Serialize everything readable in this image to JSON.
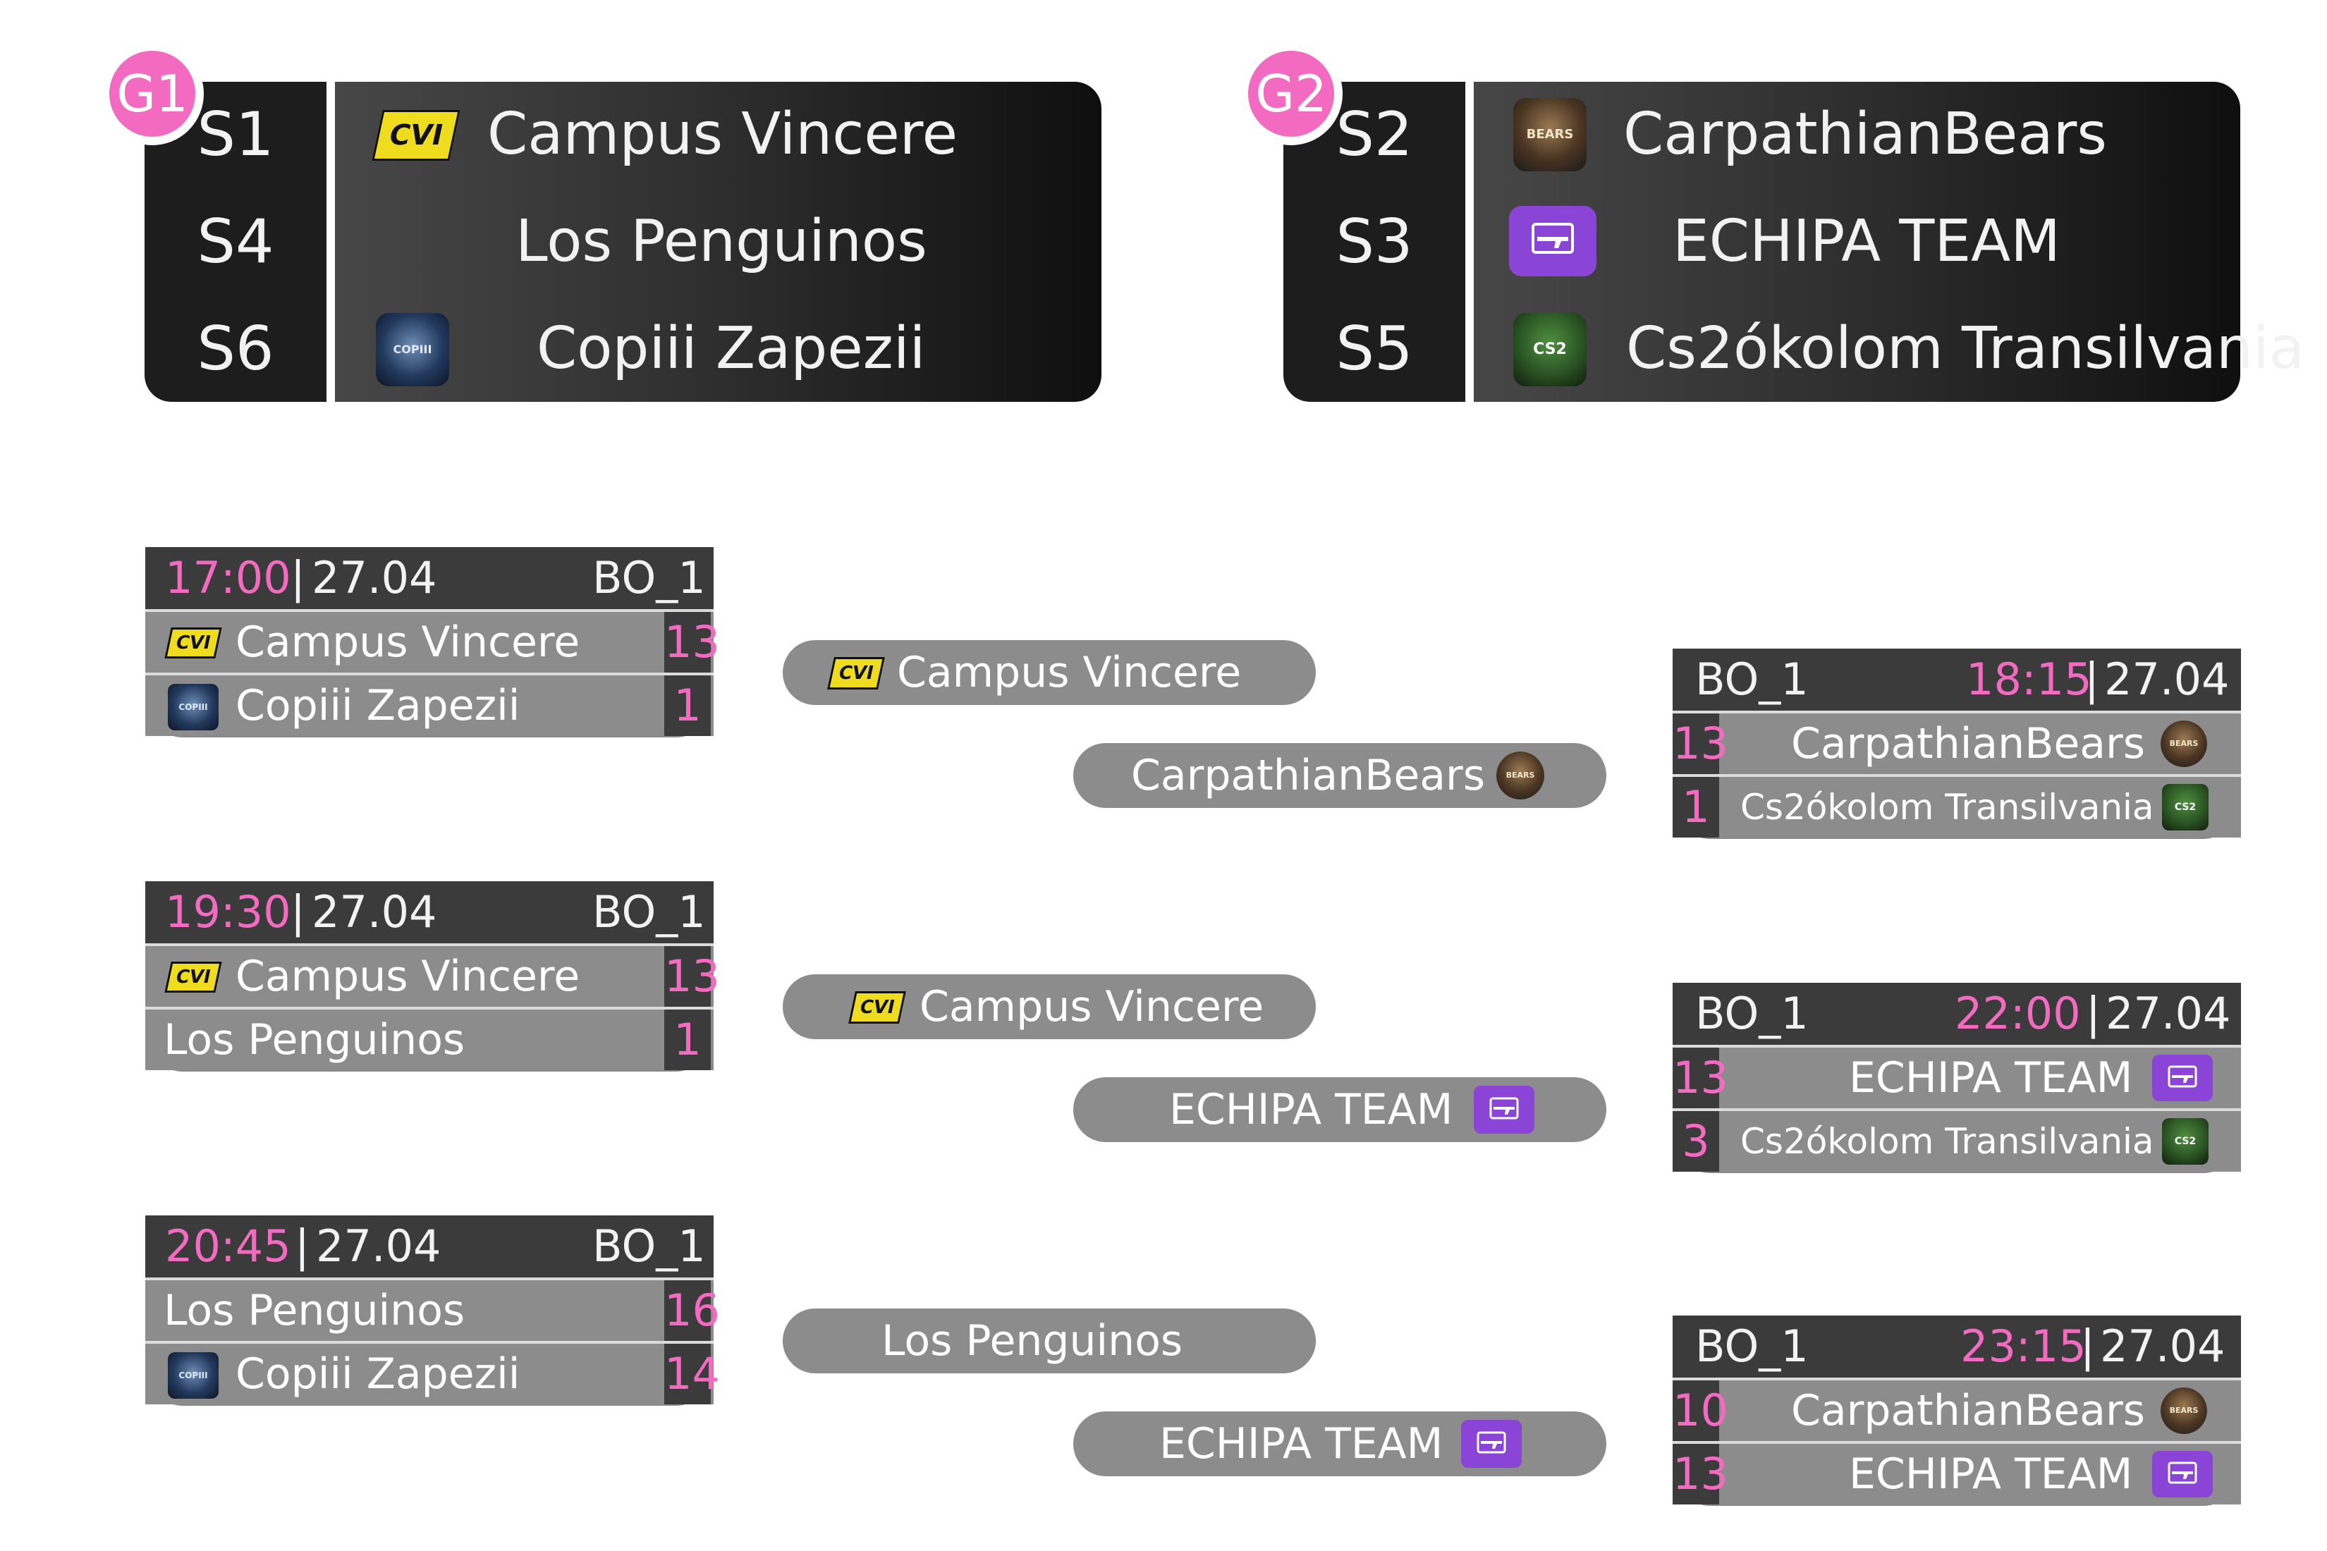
{
  "groups": [
    {
      "badge": "G1",
      "seeds": [
        "S1",
        "S4",
        "S6"
      ],
      "teams": [
        {
          "name": "Campus Vincere",
          "logo": "campus-vincere-logo"
        },
        {
          "name": "Los Penguinos",
          "logo": ""
        },
        {
          "name": "Copiii Zapezii",
          "logo": "copiii-zapezii-logo"
        }
      ]
    },
    {
      "badge": "G2",
      "seeds": [
        "S2",
        "S3",
        "S5"
      ],
      "teams": [
        {
          "name": "CarpathianBears",
          "logo": "carpathian-bears-logo"
        },
        {
          "name": "ECHIPA TEAM",
          "logo": "echipa-team-logo"
        },
        {
          "name": "Cs2ókolom Transilvania",
          "logo": "cs2okolom-transilvania-logo"
        }
      ]
    }
  ],
  "group_matches": [
    {
      "time": "17:00",
      "sep": "|",
      "date": "27.04",
      "format": "BO_1",
      "team1": "Campus Vincere",
      "score1": "13",
      "team2": "Copiii Zapezii",
      "score2": "1"
    },
    {
      "time": "19:30",
      "sep": "|",
      "date": "27.04",
      "format": "BO_1",
      "team1": "Campus Vincere",
      "score1": "13",
      "team2": "Los Penguinos",
      "score2": "1"
    },
    {
      "time": "20:45",
      "sep": "|",
      "date": "27.04",
      "format": "BO_1",
      "team1": "Los Penguinos",
      "score1": "16",
      "team2": "Copiii Zapezii",
      "score2": "14"
    }
  ],
  "pills": [
    [
      "Campus Vincere",
      "CarpathianBears"
    ],
    [
      "Campus Vincere",
      "ECHIPA TEAM"
    ],
    [
      "Los Penguinos",
      "ECHIPA TEAM"
    ]
  ],
  "right_matches": [
    {
      "format": "BO_1",
      "time": "18:15",
      "sep": "|",
      "date": "27.04",
      "score1": "13",
      "team1": "CarpathianBears",
      "score2": "1",
      "team2": "Cs2ókolom Transilvania"
    },
    {
      "format": "BO_1",
      "time": "22:00",
      "sep": "|",
      "date": "27.04",
      "score1": "13",
      "team1": "ECHIPA TEAM",
      "score2": "3",
      "team2": "Cs2ókolom Transilvania"
    },
    {
      "format": "BO_1",
      "time": "23:15",
      "sep": "|",
      "date": "27.04",
      "score1": "10",
      "team1": "CarpathianBears",
      "score2": "13",
      "team2": "ECHIPA TEAM"
    }
  ],
  "logo_text": {
    "cv": "CVI",
    "bears": "BEARS",
    "copii": "COPIII",
    "echipa": "ECHIPA TEAM",
    "cs2": "CS2"
  },
  "colors": {
    "accent_pink": "#f26bc1",
    "dark": "#3b3b3b",
    "row_gray": "#8c8c8c",
    "cv_yellow": "#f0dc1e",
    "echipa_purple": "#8a45d6"
  }
}
